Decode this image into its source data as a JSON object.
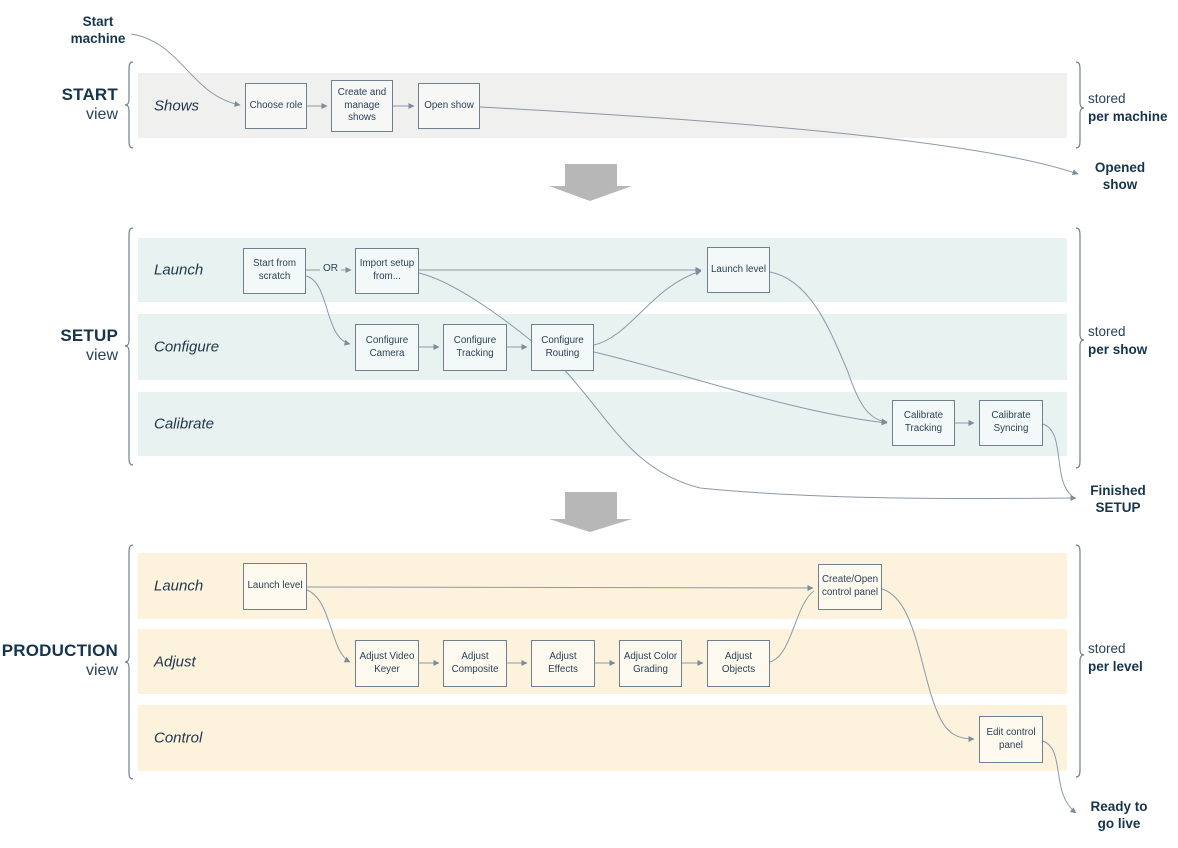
{
  "colors": {
    "start_lane": "#f0f0ee",
    "setup_lane": "#e8f2f1",
    "production_lane": "#fdf3dd",
    "box_border": "#6f8090",
    "text_dark": "#16344c",
    "connector": "#8a99a8",
    "big_arrow": "#b7b7b7"
  },
  "annotations": {
    "start_machine": "Start machine",
    "opened_show": "Opened show",
    "finished_setup": "Finished SETUP",
    "ready_to_go_live": "Ready to go live"
  },
  "or_label": "OR",
  "sections": [
    {
      "title": "START",
      "view_label": "view",
      "stored_label": "stored",
      "stored_scope": "per machine",
      "lanes": [
        {
          "label": "Shows",
          "boxes": [
            "Choose role",
            "Create and manage shows",
            "Open show"
          ]
        }
      ]
    },
    {
      "title": "SETUP",
      "view_label": "view",
      "stored_label": "stored",
      "stored_scope": "per show",
      "lanes": [
        {
          "label": "Launch",
          "boxes": [
            "Start from scratch",
            "Import setup from...",
            "Launch level"
          ]
        },
        {
          "label": "Configure",
          "boxes": [
            "Configure Camera",
            "Configure Tracking",
            "Configure Routing"
          ]
        },
        {
          "label": "Calibrate",
          "boxes": [
            "Calibrate Tracking",
            "Calibrate Syncing"
          ]
        }
      ]
    },
    {
      "title": "PRODUCTION",
      "view_label": "view",
      "stored_label": "stored",
      "stored_scope": "per level",
      "lanes": [
        {
          "label": "Launch",
          "boxes": [
            "Launch level",
            "Create/Open control panel"
          ]
        },
        {
          "label": "Adjust",
          "boxes": [
            "Adjust Video Keyer",
            "Adjust Composite",
            "Adjust Effects",
            "Adjust Color Grading",
            "Adjust Objects"
          ]
        },
        {
          "label": "Control",
          "boxes": [
            "Edit control panel"
          ]
        }
      ]
    }
  ]
}
